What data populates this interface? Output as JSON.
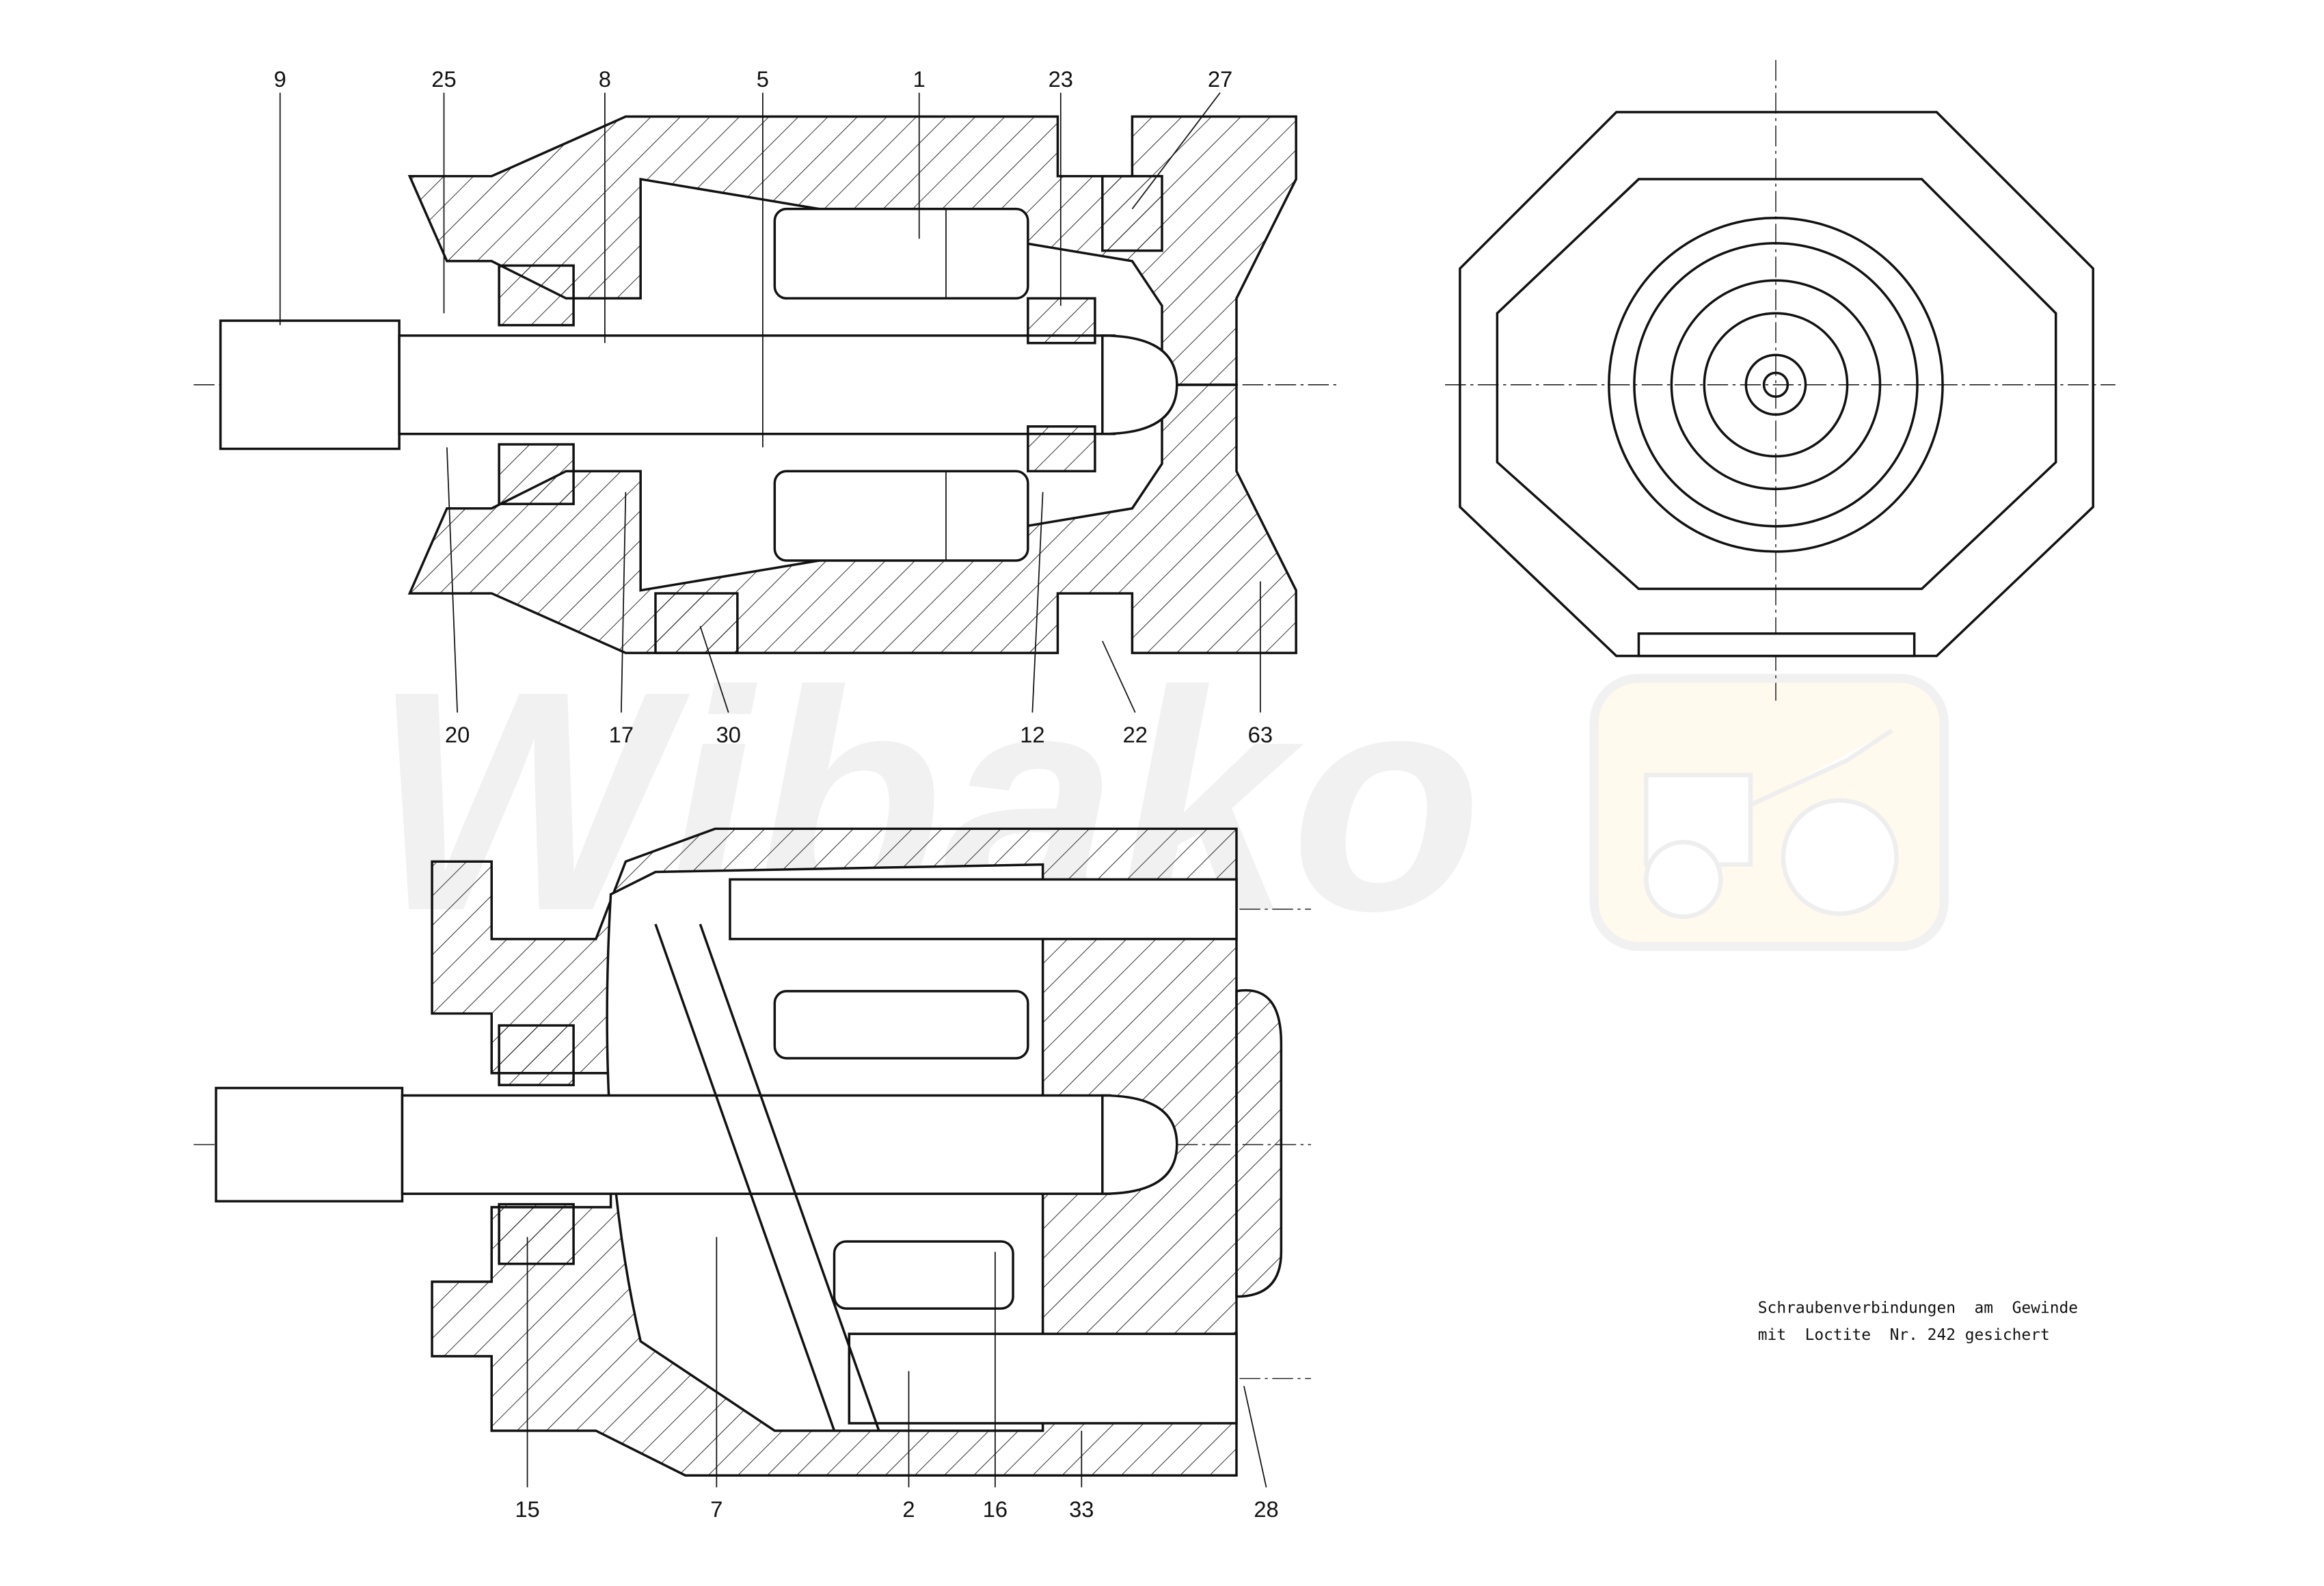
{
  "watermark": {
    "text": "Wibako",
    "logo": "tractor-logo",
    "colors": {
      "text": "#f1f1f1",
      "badge": "#fff9ee"
    }
  },
  "callouts_top": [
    "9",
    "25",
    "8",
    "5",
    "1",
    "23",
    "27"
  ],
  "callouts_mid": [
    "20",
    "17",
    "30",
    "12",
    "22",
    "63"
  ],
  "callouts_bottom": [
    "15",
    "7",
    "2",
    "16",
    "33",
    "28"
  ],
  "note": {
    "line1": "Schraubenverbindungen  am  Gewinde",
    "line2": "mit  Loctite  Nr. 242 gesichert"
  }
}
